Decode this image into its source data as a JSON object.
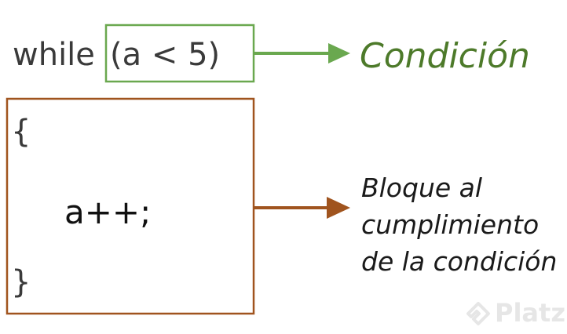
{
  "code": {
    "keyword": "while",
    "condition": "(a < 5)",
    "open_brace": "{",
    "statement": "a++;",
    "close_brace": "}"
  },
  "labels": {
    "condition": "Condición",
    "block_lines": [
      "Bloque al",
      "cumplimiento",
      "de la condición"
    ]
  },
  "watermark": "Platzi",
  "colors": {
    "condition": "#4d7a2a",
    "condition_box": "#6aa84f",
    "block_box": "#a0541e",
    "text": "#3a3a3a"
  }
}
